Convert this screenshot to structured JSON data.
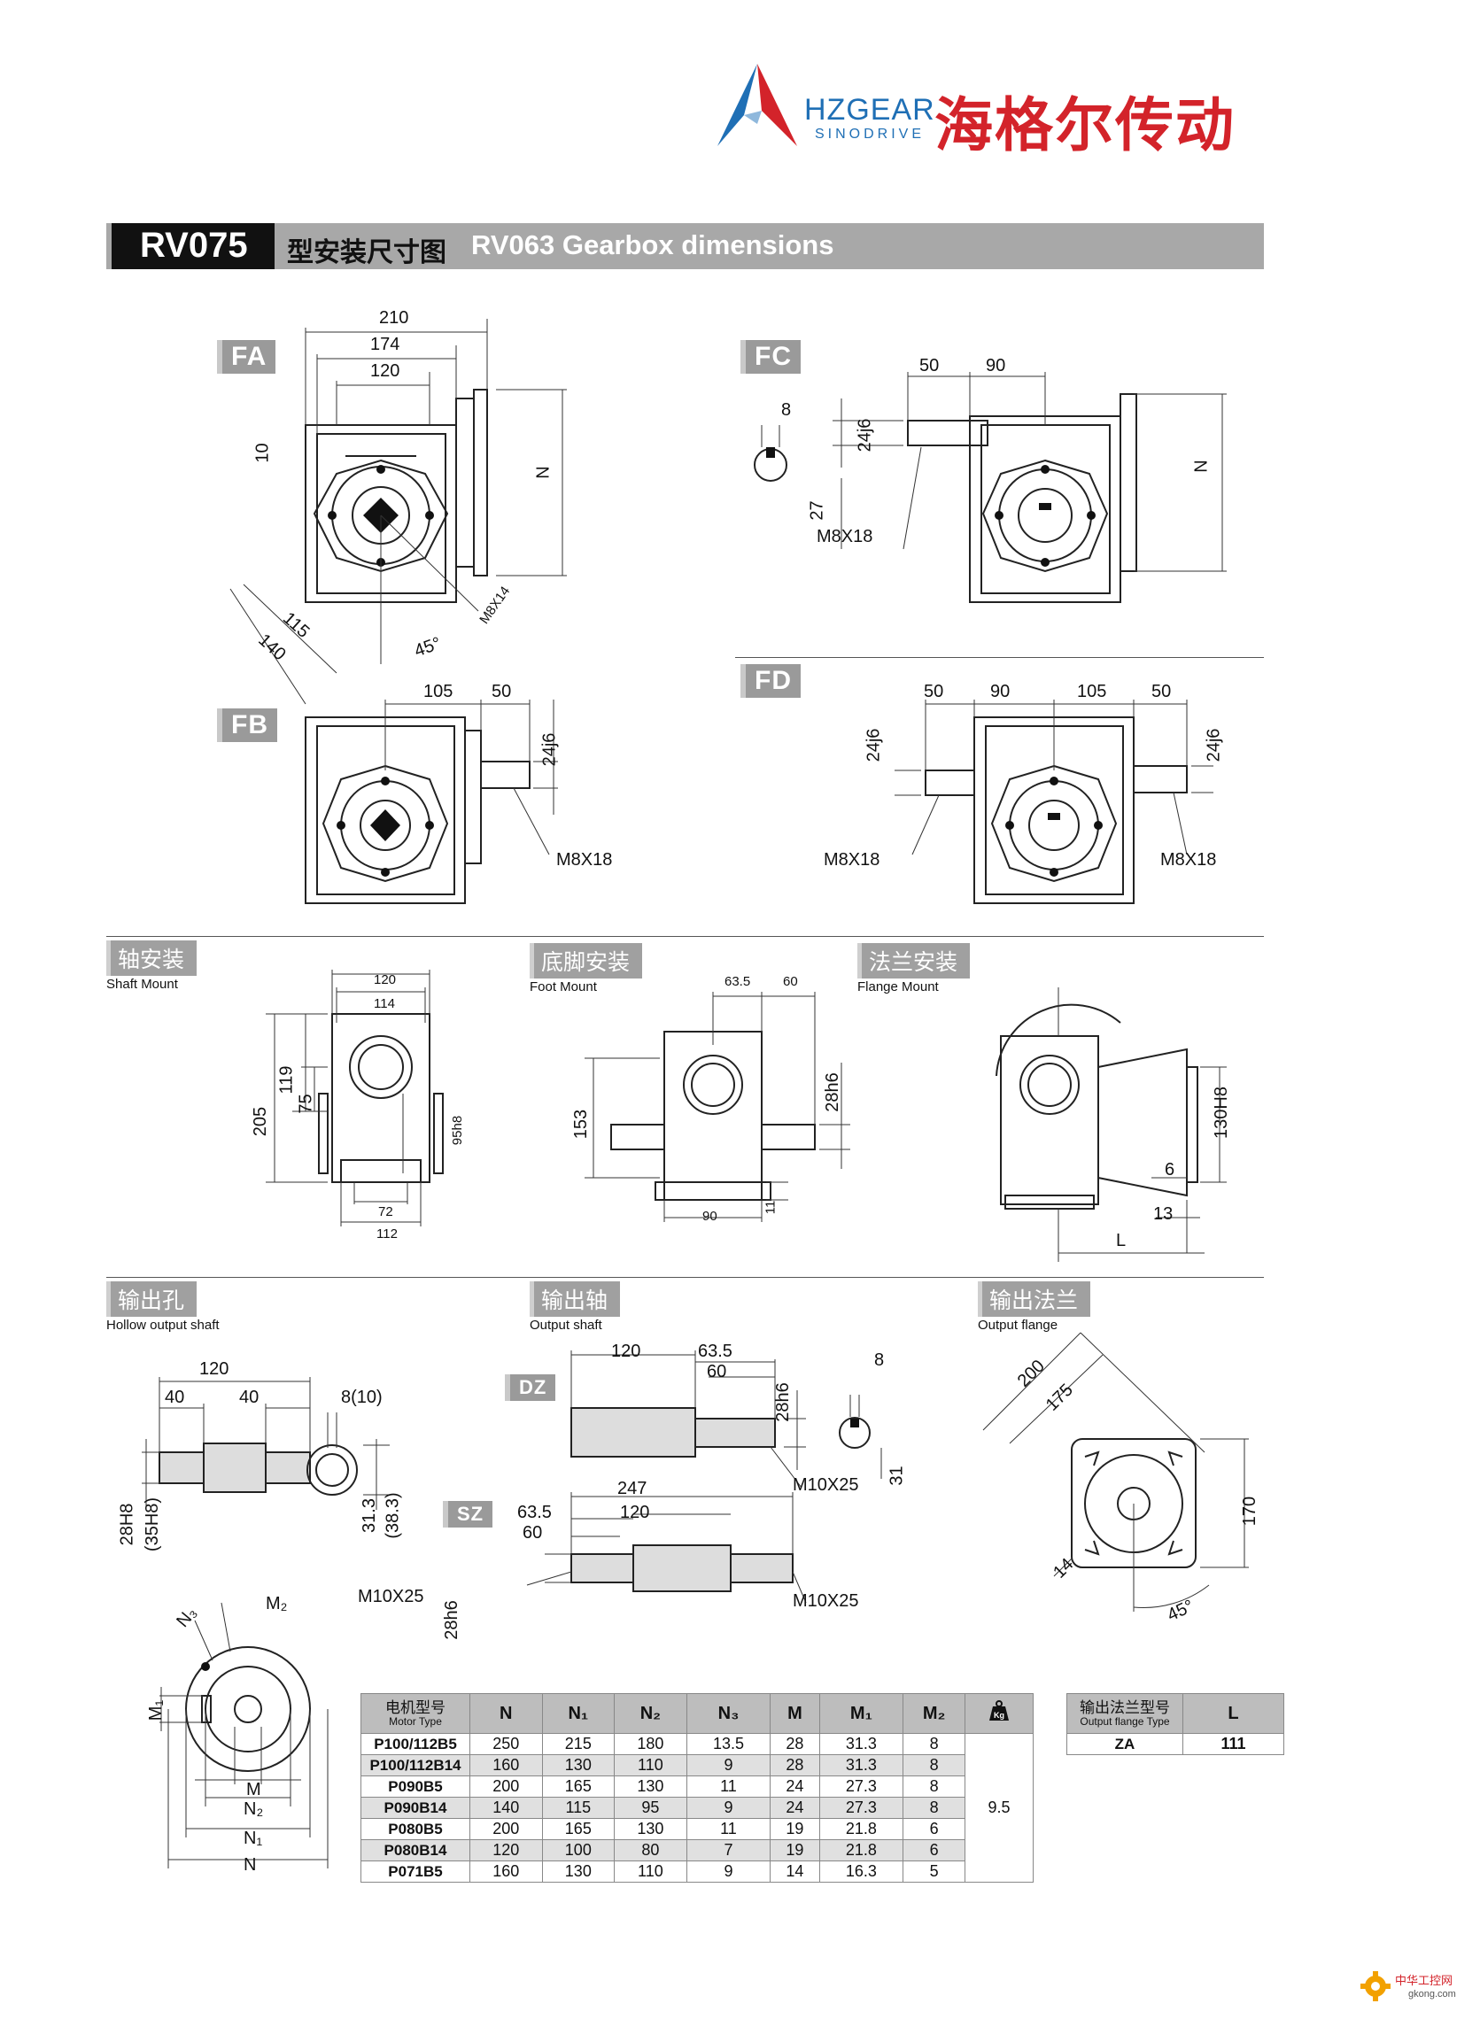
{
  "brand": {
    "name_en": "HZGEAR",
    "sub_en": "SINODRIVE",
    "name_cn": "海格尔传动",
    "colors": {
      "blue": "#1f6fb5",
      "red": "#d3232a",
      "gray": "#888888"
    }
  },
  "header": {
    "model": "RV075",
    "title_cn": "型安装尺寸图",
    "title_en": "RV063 Gearbox dimensions"
  },
  "views": {
    "FA": {
      "label": "FA",
      "dims": {
        "d210": "210",
        "d174": "174",
        "d120": "120",
        "d10": "10",
        "dN": "N",
        "d115": "115",
        "d140": "140",
        "d45": "45°",
        "dM8": "M8X14"
      }
    },
    "FC": {
      "label": "FC",
      "dims": {
        "d8": "8",
        "d50": "50",
        "d90": "90",
        "d24j6": "24j6",
        "d27": "27",
        "dM8": "M8X18",
        "dN": "N"
      }
    },
    "FB": {
      "label": "FB",
      "dims": {
        "d105": "105",
        "d50": "50",
        "d24j6": "24j6",
        "dM8": "M8X18"
      }
    },
    "FD": {
      "label": "FD",
      "dims": {
        "d50a": "50",
        "d90": "90",
        "d105": "105",
        "d50b": "50",
        "d24j6a": "24j6",
        "d24j6b": "24j6",
        "dM8a": "M8X18",
        "dM8b": "M8X18"
      }
    }
  },
  "mounts": {
    "shaft": {
      "cn": "轴安装",
      "en": "Shaft Mount",
      "dims": {
        "d120": "120",
        "d114": "114",
        "d205": "205",
        "d119": "119",
        "d75": "75",
        "d95h8": "95h8",
        "d72": "72",
        "d112": "112"
      }
    },
    "foot": {
      "cn": "底脚安装",
      "en": "Foot Mount",
      "dims": {
        "d63_5": "63.5",
        "d60": "60",
        "d153": "153",
        "d28h6": "28h6",
        "d90": "90",
        "d11": "11"
      }
    },
    "flange": {
      "cn": "法兰安装",
      "en": "Flange Mount",
      "dims": {
        "d130H8": "130H8",
        "d6": "6",
        "d13": "13",
        "dL": "L"
      }
    }
  },
  "outputs": {
    "hollow": {
      "cn": "输出孔",
      "en": "Hollow output shaft",
      "dims": {
        "d120": "120",
        "d40a": "40",
        "d40b": "40",
        "d8": "8(10)",
        "d28H8": "28H8",
        "d35H8": "(35H8)",
        "d31_3": "31.3",
        "d38_3": "(38.3)"
      }
    },
    "shaft": {
      "cn": "输出轴",
      "en": "Output shaft",
      "dz": "DZ",
      "sz": "SZ",
      "dims": {
        "d120": "120",
        "d63_5": "63.5",
        "d60": "60",
        "d28h6": "28h6",
        "d8": "8",
        "d31": "31",
        "dM10a": "M10X25",
        "d247": "247",
        "d63_5b": "63.5",
        "d120b": "120",
        "d60b": "60",
        "dM10b": "M10X25",
        "dM10c": "M10X25",
        "d28h6b": "28h6"
      }
    },
    "flange": {
      "cn": "输出法兰",
      "en": "Output flange",
      "dims": {
        "d200": "200",
        "d175": "175",
        "d170": "170",
        "d14": "14",
        "d45": "45°"
      }
    }
  },
  "motor_flange_dims": {
    "N3": "N₃",
    "M2": "M₂",
    "M1": "M₁",
    "M": "M",
    "N2": "N₂",
    "N1": "N₁",
    "N": "N"
  },
  "motor_table": {
    "header_cn": "电机型号",
    "header_en": "Motor Type",
    "columns": [
      "N",
      "N₁",
      "N₂",
      "N₃",
      "M",
      "M₁",
      "M₂"
    ],
    "weight_icon": "kg-weight-icon",
    "weight_label": "Kg",
    "weight_value": "9.5",
    "rows": [
      [
        "P100/112B5",
        "250",
        "215",
        "180",
        "13.5",
        "28",
        "31.3",
        "8"
      ],
      [
        "P100/112B14",
        "160",
        "130",
        "110",
        "9",
        "28",
        "31.3",
        "8"
      ],
      [
        "P090B5",
        "200",
        "165",
        "130",
        "11",
        "24",
        "27.3",
        "8"
      ],
      [
        "P090B14",
        "140",
        "115",
        "95",
        "9",
        "24",
        "27.3",
        "8"
      ],
      [
        "P080B5",
        "200",
        "165",
        "130",
        "11",
        "19",
        "21.8",
        "6"
      ],
      [
        "P080B14",
        "120",
        "100",
        "80",
        "7",
        "19",
        "21.8",
        "6"
      ],
      [
        "P071B5",
        "160",
        "130",
        "110",
        "9",
        "14",
        "16.3",
        "5"
      ]
    ]
  },
  "flange_table": {
    "header_cn": "输出法兰型号",
    "header_en": "Output flange Type",
    "col_L": "L",
    "row": [
      "ZA",
      "111"
    ]
  },
  "watermark": {
    "text_cn": "中华工控网",
    "text_en": "gkong.com"
  }
}
